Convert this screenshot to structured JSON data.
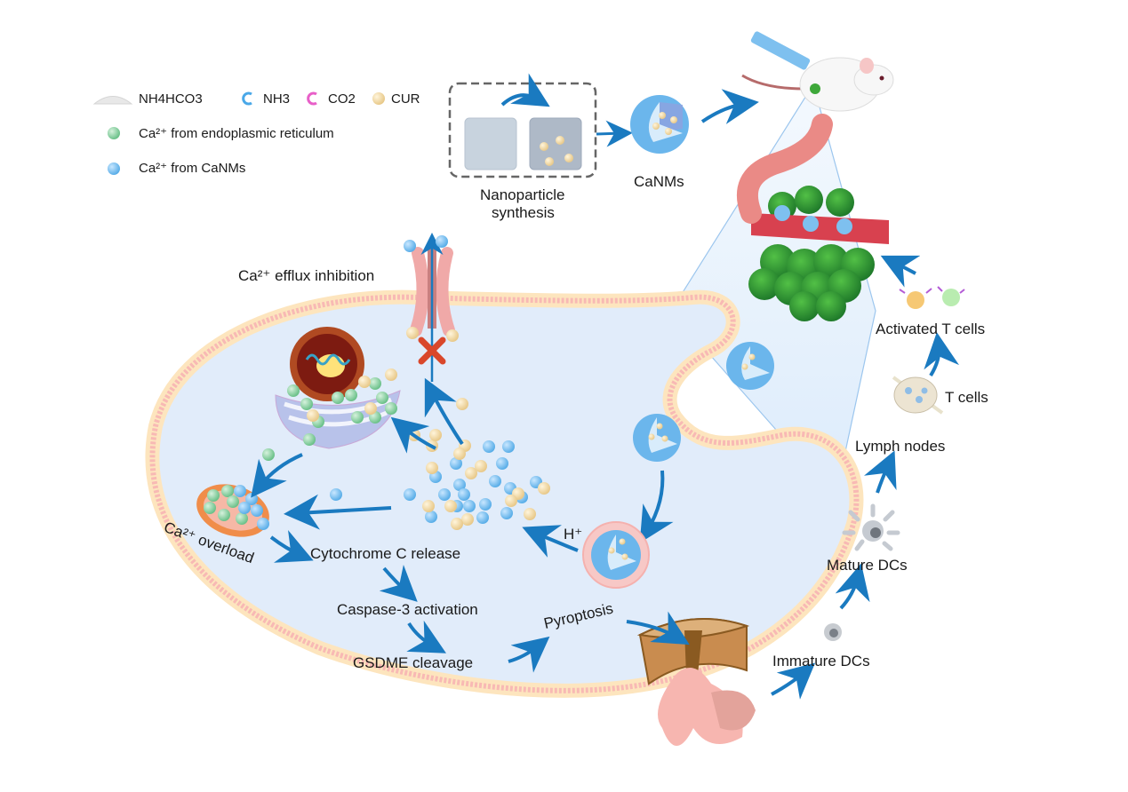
{
  "legend": {
    "items": [
      {
        "icon": "powder-pile-icon",
        "label": "NH4HCO3",
        "color": "#e6e6e6"
      },
      {
        "icon": "ammonia-molecule-icon",
        "label": "NH3",
        "color": "#4aa8e8"
      },
      {
        "icon": "co2-molecule-icon",
        "label": "CO2",
        "color": "#e85fc8"
      },
      {
        "icon": "curcumin-sphere-icon",
        "label": "CUR",
        "color": "#f1d49c"
      },
      {
        "icon": "green-calcium-ion-icon",
        "label": "Ca²⁺  from endoplasmic reticulum",
        "color": "#8fd1a4"
      },
      {
        "icon": "blue-calcium-ion-icon",
        "label": "Ca²⁺  from CaNMs",
        "color": "#7cc0f0"
      }
    ]
  },
  "synthesis": {
    "label_line1": "Nanoparticle",
    "label_line2": "synthesis",
    "product_label": "CaNMs"
  },
  "cell": {
    "efflux_label": "Ca²⁺  efflux inhibition",
    "overload_label": "Ca²⁺  overload",
    "proton_label": "H⁺",
    "pathway": [
      "Cytochrome C release",
      "Caspase-3 activation",
      "GSDME cleavage",
      "Pyroptosis"
    ]
  },
  "immune": {
    "immature": "Immature DCs",
    "mature": "Mature DCs",
    "lymph": "Lymph nodes",
    "tcells": "T cells",
    "activated": "Activated T cells"
  },
  "colors": {
    "arrow": "#1a7ac0",
    "cytoplasm": "#e1ecfa",
    "membrane_head": "#fde5be",
    "membrane_tail": "#f8b9b4",
    "inhibit_x": "#d9472b",
    "tumor_green": "#3ea83a",
    "vessel_red": "#d8414f",
    "nano_blue": "#6bb6ec"
  }
}
